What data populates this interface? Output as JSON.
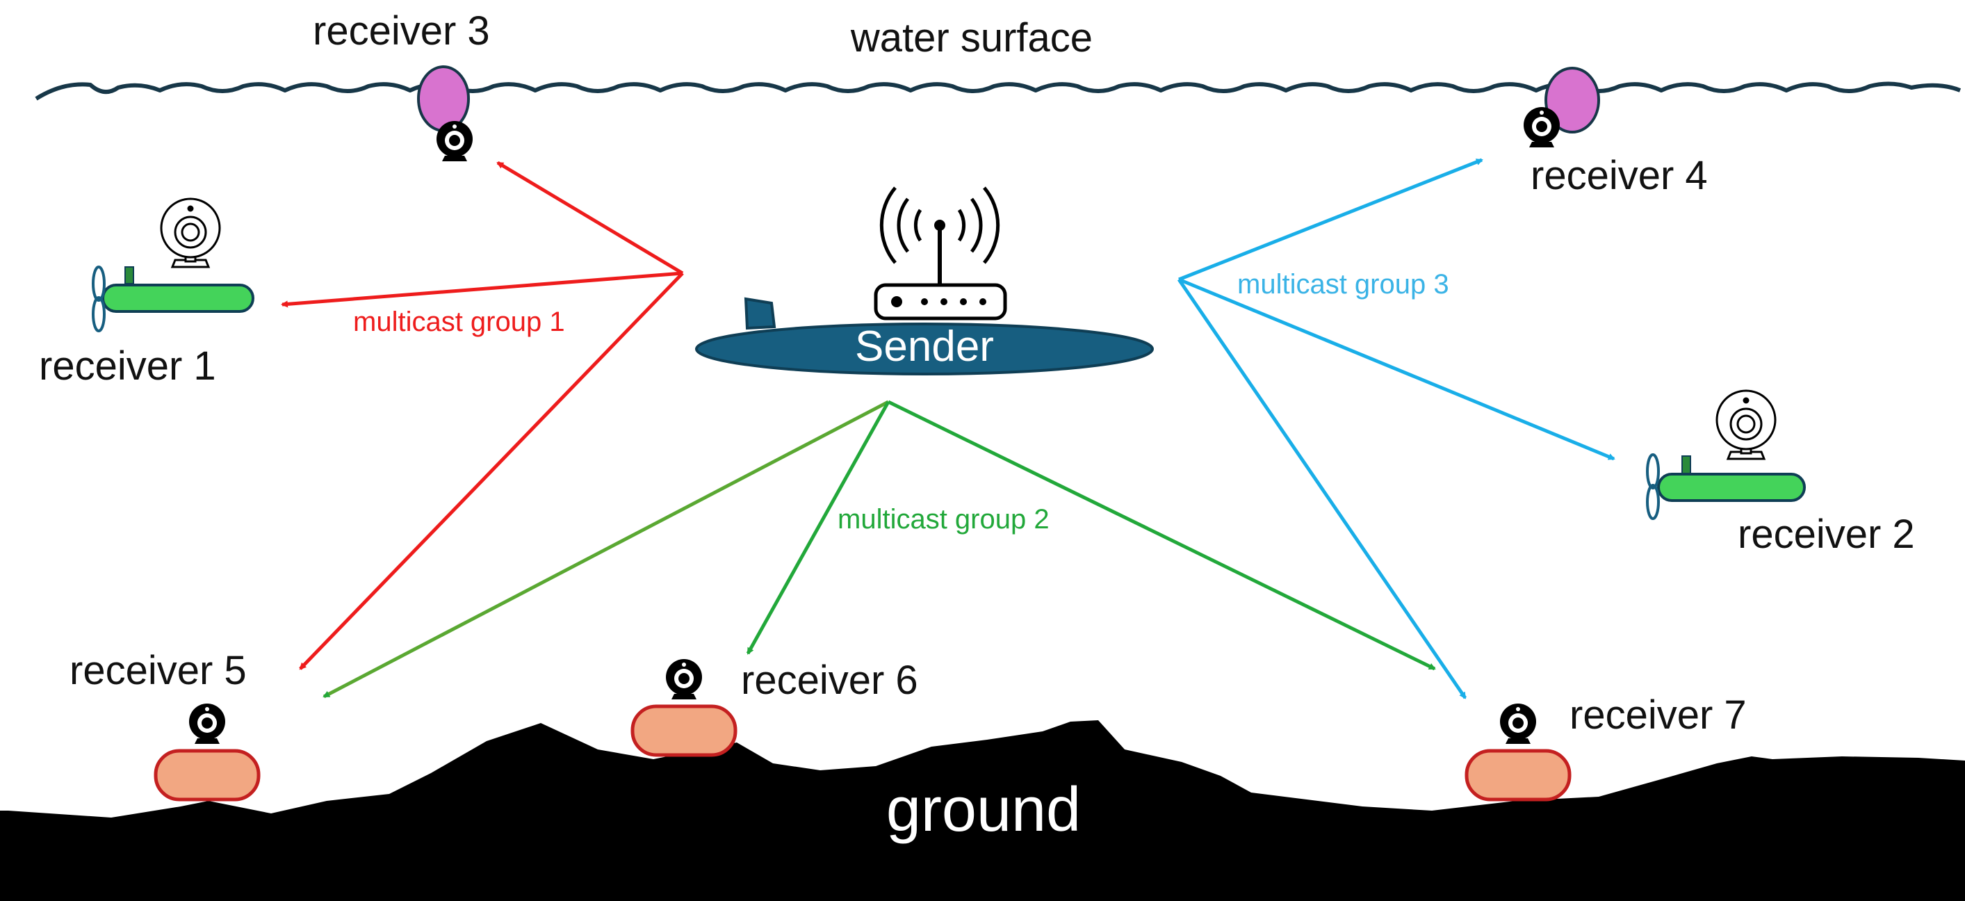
{
  "labels": {
    "water_surface": "water surface",
    "sender": "Sender",
    "ground": "ground"
  },
  "receivers": {
    "r1": "receiver 1",
    "r2": "receiver 2",
    "r3": "receiver 3",
    "r4": "receiver 4",
    "r5": "receiver 5",
    "r6": "receiver 6",
    "r7": "receiver 7"
  },
  "groups": {
    "g1": {
      "label": "multicast group 1",
      "color": "#ee1c1c"
    },
    "g2": {
      "label": "multicast group 2",
      "color": "#22a83a"
    },
    "g3": {
      "label": "multicast group 3",
      "color": "#19aee8"
    }
  },
  "colors": {
    "submarine": "#175e80",
    "auv_body": "#44d35a",
    "buoy": "#d873cf",
    "seabed_node": "#f2a782",
    "ground": "#000000",
    "water_line": "#173748"
  }
}
